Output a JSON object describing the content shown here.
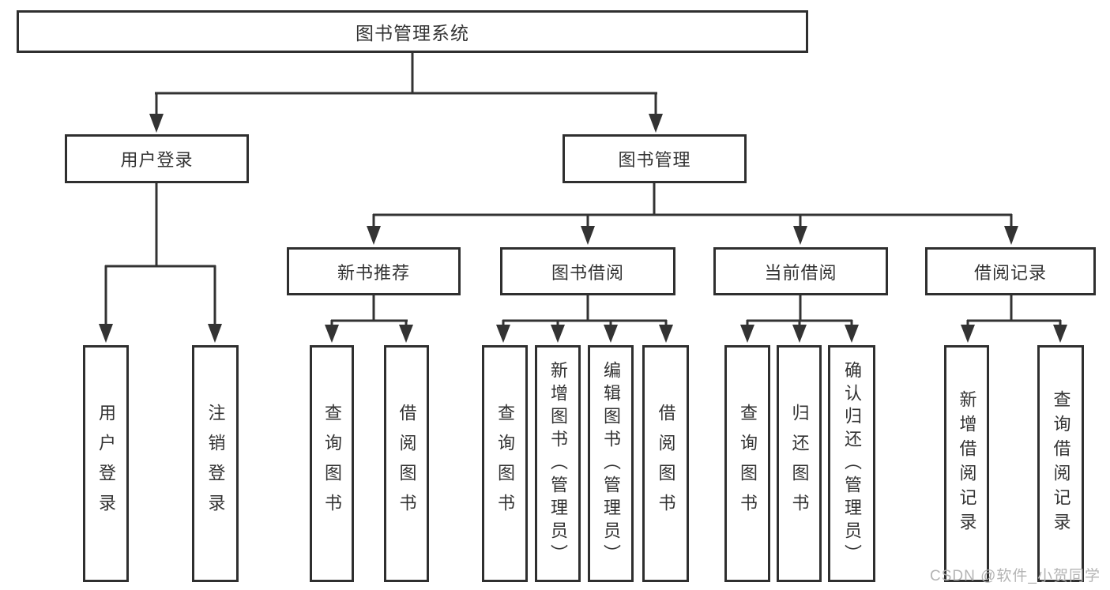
{
  "title": {
    "label": "图书管理系统"
  },
  "branches": {
    "user_login": {
      "label": "用户登录"
    },
    "book_mgmt": {
      "label": "图书管理"
    }
  },
  "modules": [
    {
      "label": "新书推荐"
    },
    {
      "label": "图书借阅"
    },
    {
      "label": "当前借阅"
    },
    {
      "label": "借阅记录"
    }
  ],
  "leaves": [
    {
      "label": "用户登录"
    },
    {
      "label": "注销登录"
    },
    {
      "label": "查询图书"
    },
    {
      "label": "借阅图书"
    },
    {
      "label": "查询图书"
    },
    {
      "label": "新增图书（管理员）"
    },
    {
      "label": "编辑图书（管理员）"
    },
    {
      "label": "借阅图书"
    },
    {
      "label": "查询图书"
    },
    {
      "label": "归还图书"
    },
    {
      "label": "确认归还（管理员）"
    },
    {
      "label": "新增借阅记录"
    },
    {
      "label": "查询借阅记录"
    }
  ],
  "watermark": {
    "text": "CSDN @软件_小贺同学"
  },
  "colors": {
    "line": "#333333",
    "border": "#2f2f2f",
    "text": "#333333",
    "watermark": "#b0b0b0",
    "background": "#ffffff"
  }
}
